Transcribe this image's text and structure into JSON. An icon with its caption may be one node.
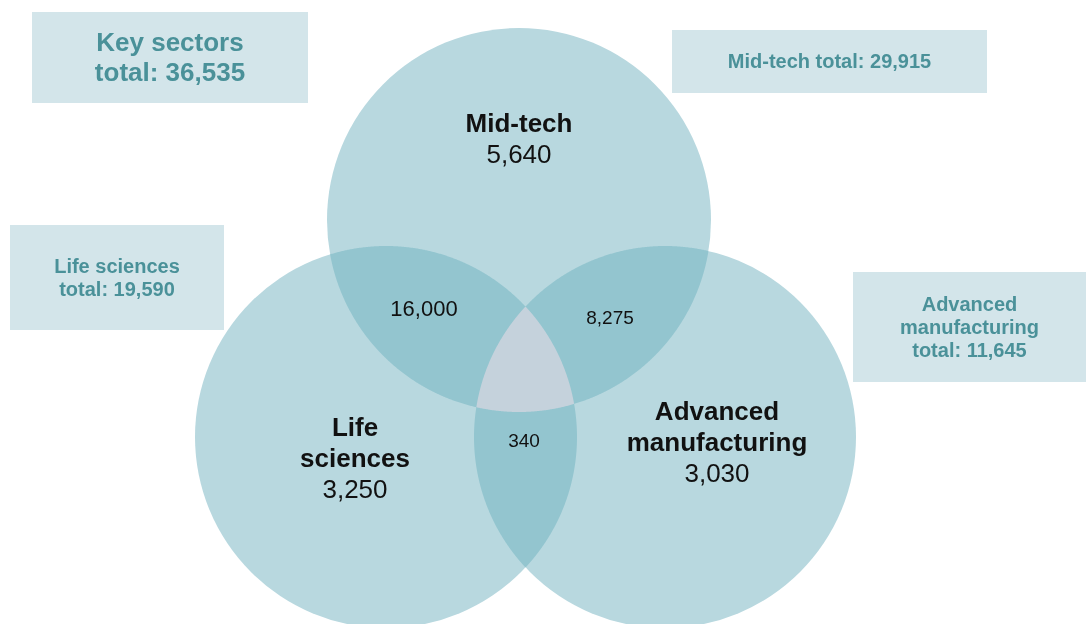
{
  "diagram": {
    "nodes": [
      {
        "text": [
          "Key sectors total: 36,535"
        ]
      },
      {
        "text": [
          "Mid-tech total: 29,915"
        ]
      },
      {
        "text": [
          "Mid-tech",
          "5,640"
        ]
      },
      {
        "text": [
          "Life sciences total: 19,590"
        ]
      },
      {
        "text": [
          "Life sciences",
          "3,250"
        ]
      },
      {
        "text": [
          "Advanced manufacturing total: 11,645"
        ]
      },
      {
        "text": [
          "Advanced manufacturing",
          "3,030"
        ]
      },
      {
        "text": [
          "16,000"
        ]
      },
      {
        "text": [
          "8,275"
        ]
      },
      {
        "text": [
          "340"
        ]
      },
      {
        "text": [],
        "shape": "region"
      }
    ]
  }
}
